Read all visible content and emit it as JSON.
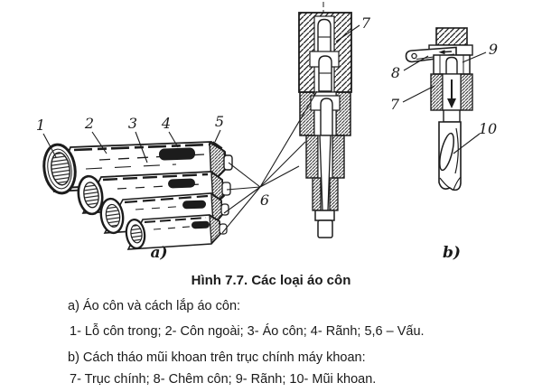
{
  "colors": {
    "ink": "#1c1c1c",
    "paper": "#ffffff"
  },
  "callouts": {
    "c1": "1",
    "c2": "2",
    "c3": "3",
    "c4": "4",
    "c5": "5",
    "c6": "6",
    "c7_spindle_section": "7",
    "c8_wedge": "8",
    "c9_slot": "9",
    "c7_sleeve": "7",
    "c10_drill": "10",
    "part_a": "a)",
    "part_b": "b)"
  },
  "caption": {
    "title": "Hình 7.7. Các loại áo côn",
    "line_a": "a) Áo côn và cách lắp áo côn:",
    "line_a_items": "1- Lỗ côn trong; 2- Côn ngoài; 3- Áo côn; 4- Rãnh; 5,6 – Vấu.",
    "line_b": "b) Cách tháo mũi khoan trên trục chính máy khoan:",
    "line_b_items": "7- Trục chính; 8- Chêm côn; 9- Rãnh; 10- Mũi khoan."
  }
}
